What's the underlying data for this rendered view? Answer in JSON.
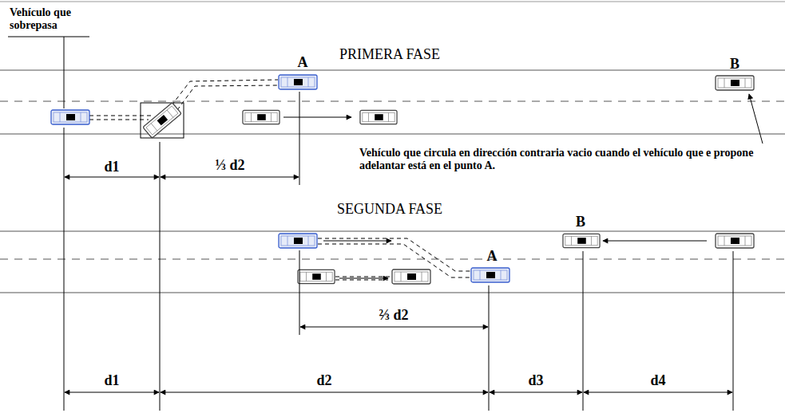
{
  "diagram": {
    "labels": [
      "Vehículo que sobrepasa",
      "PRIMERA FASE",
      "A",
      "B",
      "Vehículo que circula en dirección contraria vacio cuando el vehículo que e propone adelantar está en el punto A.",
      "d1",
      "⅓ d2",
      "SEGUNDA FASE",
      "B",
      "A",
      "⅔ d2",
      "d1",
      "d2",
      "d3",
      "d4"
    ]
  }
}
